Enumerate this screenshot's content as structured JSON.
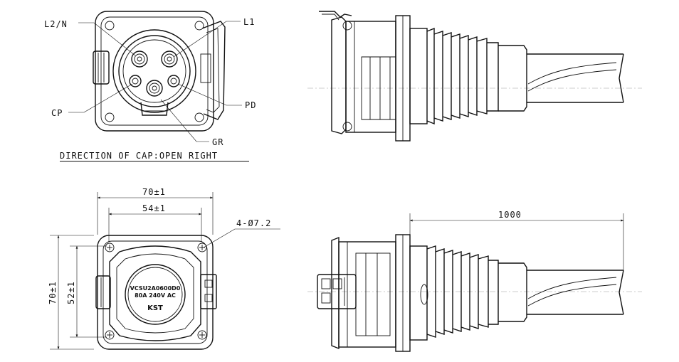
{
  "front_view": {
    "labels": {
      "l2n": "L2/N",
      "l1": "L1",
      "cp": "CP",
      "pd": "PD",
      "gr": "GR"
    },
    "caption": "DIRECTION OF CAP:OPEN RIGHT"
  },
  "dimension_view": {
    "width_outer": "70±1",
    "width_inner": "54±1",
    "height_outer": "70±1",
    "height_inner": "52±1",
    "holes": "4-Ø7.2",
    "plate_lines": [
      "VCSU2A0600D0",
      "80A 240V AC",
      "KST"
    ]
  },
  "side_view_bottom": {
    "length": "1000"
  }
}
